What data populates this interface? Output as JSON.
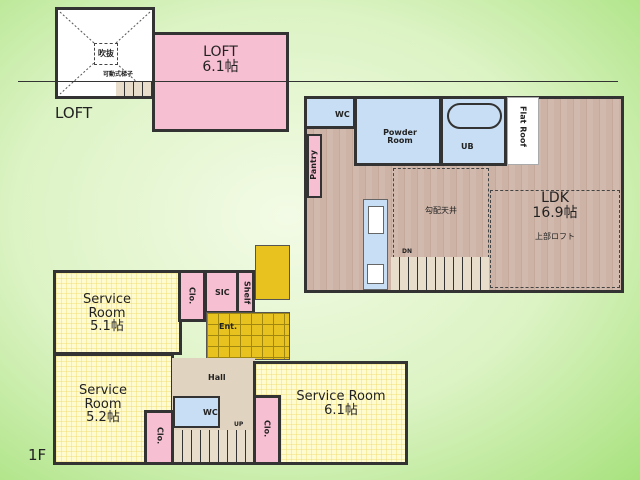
{
  "loft": {
    "label": "LOFT",
    "void_label": "吹抜",
    "ladder_label": "可動式梯子",
    "room": {
      "name": "LOFT",
      "size": "6.1帖"
    }
  },
  "second": {
    "wc": "WC",
    "powder": "Powder\nRoom",
    "ub": "UB",
    "flat_roof": "Flat Roof",
    "pantry": "Pantry",
    "slope_ceiling": "勾配天井",
    "ldk": {
      "name": "LDK",
      "size": "16.9帖"
    },
    "upper_loft": "上部ロフト",
    "down": "DN"
  },
  "first": {
    "label": "1F",
    "sr1": {
      "name": "Service\nRoom",
      "size": "5.1帖"
    },
    "sr2": {
      "name": "Service\nRoom",
      "size": "5.2帖"
    },
    "sr3": {
      "name": "Service\nRoom",
      "size": "6.1帖"
    },
    "clo": "Clo.",
    "sic": "SIC",
    "shelf": "Shelf",
    "ent": "Ent.",
    "hall": "Hall",
    "wc": "WC",
    "up": "UP"
  }
}
